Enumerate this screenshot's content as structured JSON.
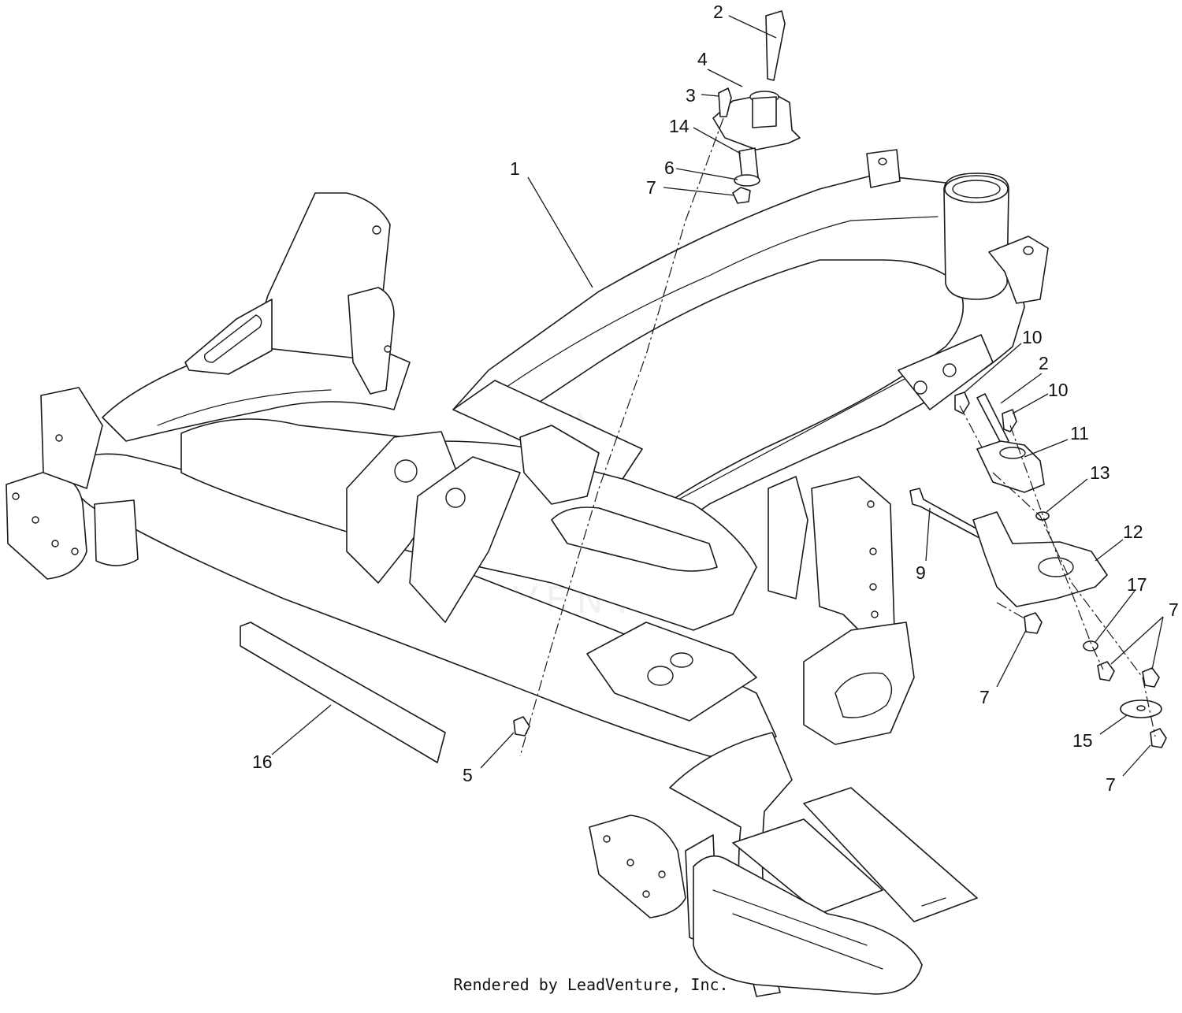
{
  "diagram": {
    "watermark": "LEADVENTURE",
    "footer": "Rendered by LeadVenture, Inc.",
    "callouts": [
      {
        "label": "1"
      },
      {
        "label": "2"
      },
      {
        "label": "3"
      },
      {
        "label": "4"
      },
      {
        "label": "14"
      },
      {
        "label": "6"
      },
      {
        "label": "7"
      },
      {
        "label": "10"
      },
      {
        "label": "2"
      },
      {
        "label": "10"
      },
      {
        "label": "11"
      },
      {
        "label": "13"
      },
      {
        "label": "12"
      },
      {
        "label": "9"
      },
      {
        "label": "17"
      },
      {
        "label": "7"
      },
      {
        "label": "7"
      },
      {
        "label": "15"
      },
      {
        "label": "7"
      },
      {
        "label": "16"
      },
      {
        "label": "5"
      }
    ]
  }
}
